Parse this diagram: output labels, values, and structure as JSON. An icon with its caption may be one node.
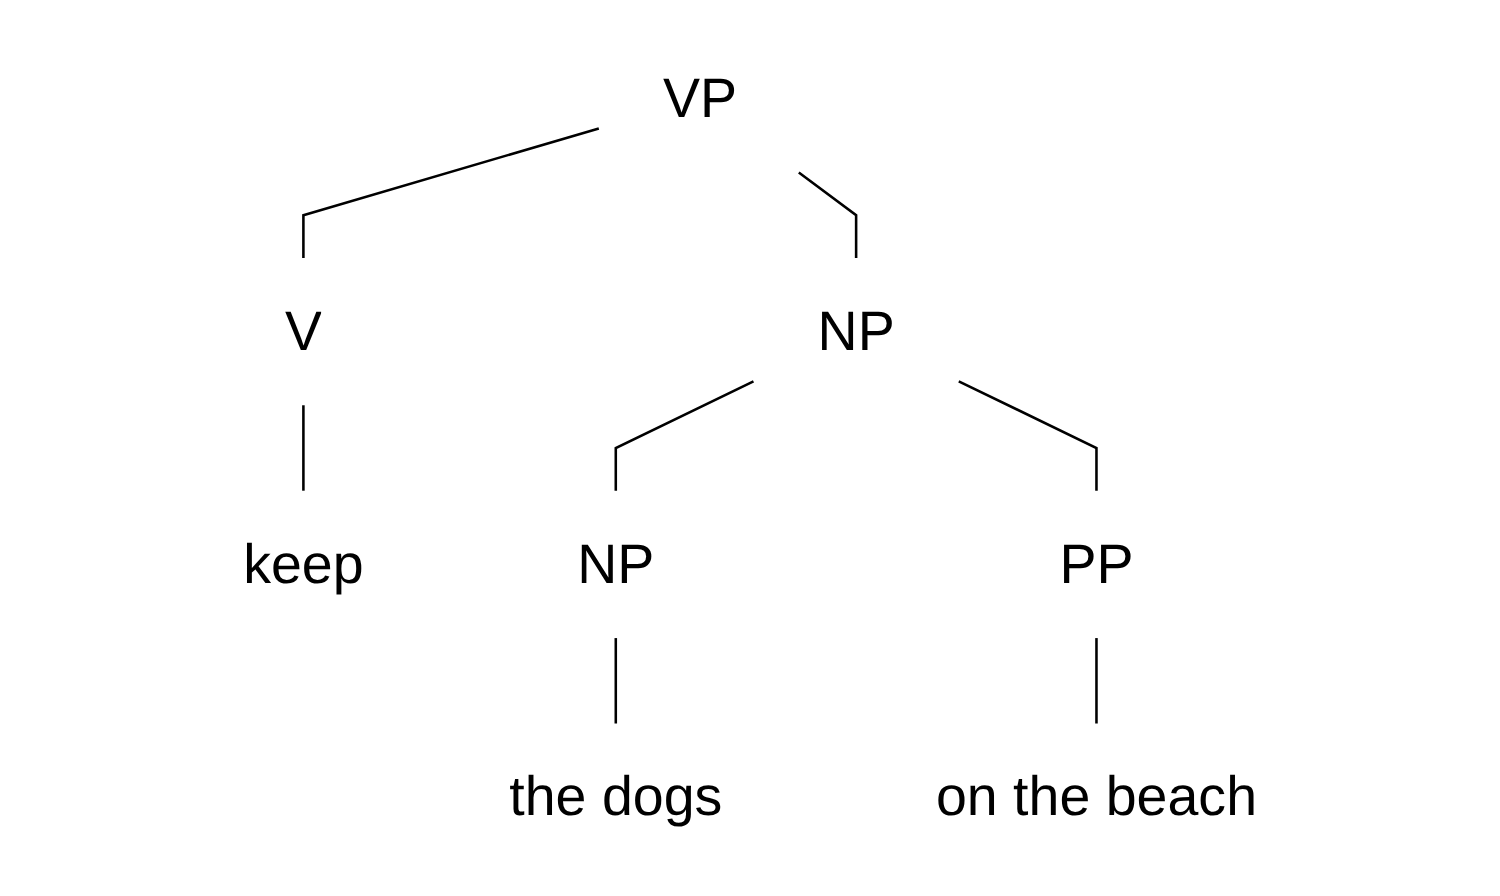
{
  "diagram": {
    "nodes": [
      {
        "text": [
          "VP"
        ]
      },
      {
        "text": [
          "V"
        ]
      },
      {
        "text": [
          "NP"
        ]
      },
      {
        "text": [
          "keep"
        ]
      },
      {
        "text": [
          "NP"
        ]
      },
      {
        "text": [
          "PP"
        ]
      },
      {
        "text": [
          "the dogs"
        ]
      },
      {
        "text": [
          "on the beach"
        ]
      }
    ],
    "edges": [
      {
        "from": 0,
        "to": 1,
        "arrow": "none"
      },
      {
        "from": 0,
        "to": 2,
        "arrow": "none"
      },
      {
        "from": 1,
        "to": 3,
        "arrow": "none"
      },
      {
        "from": 2,
        "to": 4,
        "arrow": "none"
      },
      {
        "from": 2,
        "to": 5,
        "arrow": "none"
      },
      {
        "from": 4,
        "to": 6,
        "arrow": "none"
      },
      {
        "from": 5,
        "to": 7,
        "arrow": "none"
      }
    ]
  }
}
